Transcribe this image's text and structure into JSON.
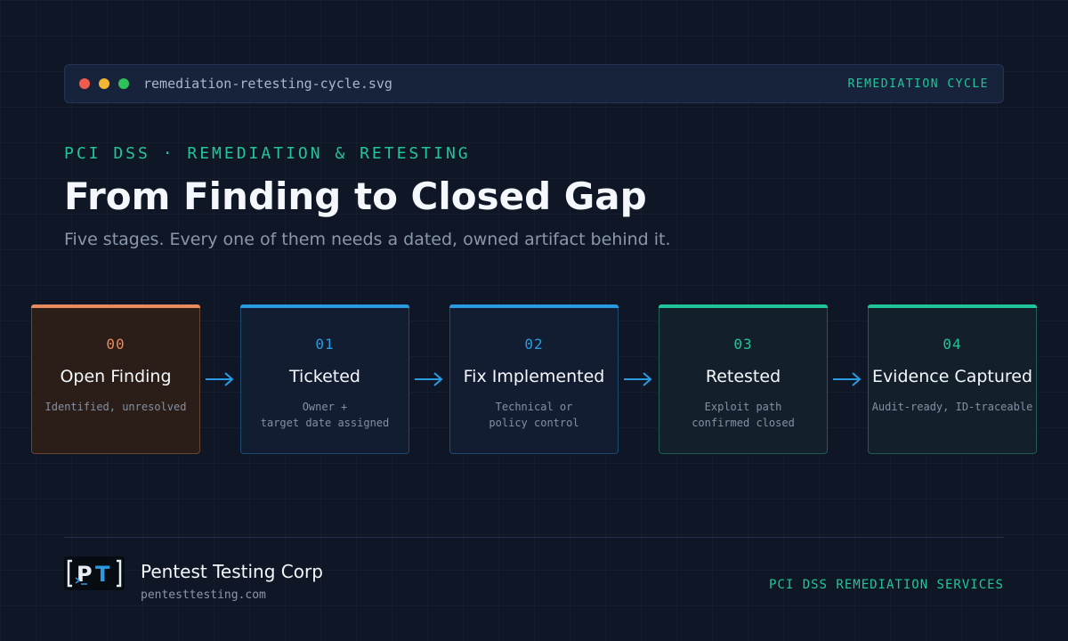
{
  "window": {
    "filename": "remediation-retesting-cycle.svg",
    "badge": "REMEDIATION CYCLE"
  },
  "header": {
    "eyebrow": "PCI DSS · REMEDIATION & RETESTING",
    "title": "From Finding to Closed Gap",
    "subtitle": "Five stages. Every one of them needs a dated, owned artifact behind it."
  },
  "stages": [
    {
      "number": "00",
      "name": "Open Finding",
      "description": "Identified, unresolved",
      "accent": "#e88a5c"
    },
    {
      "number": "01",
      "name": "Ticketed",
      "description": "Owner +\ntarget date assigned",
      "accent": "#2a9be0"
    },
    {
      "number": "02",
      "name": "Fix Implemented",
      "description": "Technical or\npolicy control",
      "accent": "#2a9be0"
    },
    {
      "number": "03",
      "name": "Retested",
      "description": "Exploit path\nconfirmed closed",
      "accent": "#22c59a"
    },
    {
      "number": "04",
      "name": "Evidence Captured",
      "description": "Audit-ready, ID-traceable",
      "accent": "#22c59a"
    }
  ],
  "footer": {
    "logo_text": "PT",
    "company": "Pentest Testing Corp",
    "domain": "pentesttesting.com",
    "services": "PCI DSS REMEDIATION SERVICES"
  }
}
